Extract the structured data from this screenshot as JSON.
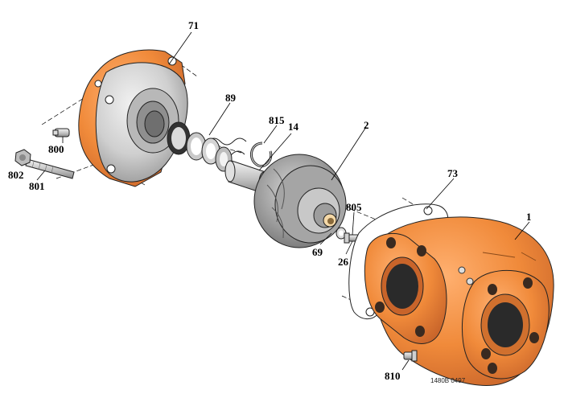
{
  "callouts": {
    "c71": "71",
    "c89": "89",
    "c815": "815",
    "c14": "14",
    "c2": "2",
    "c800": "800",
    "c802": "802",
    "c801": "801",
    "c73": "73",
    "c1": "1",
    "c805": "805",
    "c69": "69",
    "c26": "26",
    "c810": "810"
  },
  "drawing_code": "1480B 0497",
  "colors": {
    "housing_orange": "#f08a3a",
    "housing_shade": "#c8642a",
    "casting_grey": "#cfcfcf",
    "casting_shade": "#9a9a9a",
    "impeller_dark": "#8c8c8c"
  }
}
